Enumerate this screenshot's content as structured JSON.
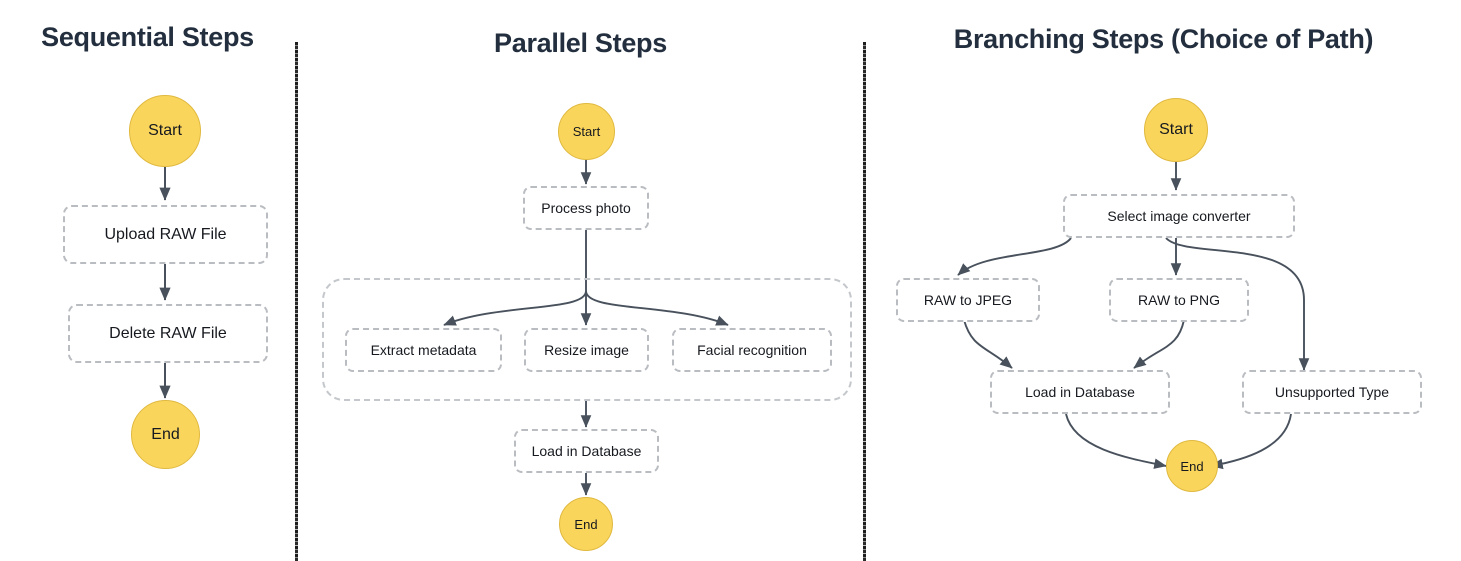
{
  "colors": {
    "terminal_fill": "#fad55c",
    "terminal_stroke": "#e0b93f",
    "node_border": "#b9bcc0",
    "title_text": "#232f3e",
    "arrow": "#48515c",
    "background": "#ffffff"
  },
  "panels": [
    {
      "id": "sequential",
      "title": "Sequential Steps",
      "nodes": [
        {
          "name": "start",
          "label": "Start",
          "type": "terminal"
        },
        {
          "name": "upload-raw-file",
          "label": "Upload RAW File",
          "type": "task"
        },
        {
          "name": "delete-raw-file",
          "label": "Delete RAW File",
          "type": "task"
        },
        {
          "name": "end",
          "label": "End",
          "type": "terminal"
        }
      ],
      "edges": [
        {
          "from": "Start",
          "to": "Upload RAW File"
        },
        {
          "from": "Upload RAW File",
          "to": "Delete RAW File"
        },
        {
          "from": "Delete RAW File",
          "to": "End"
        }
      ]
    },
    {
      "id": "parallel",
      "title": "Parallel Steps",
      "nodes": [
        {
          "name": "start",
          "label": "Start",
          "type": "terminal"
        },
        {
          "name": "process-photo",
          "label": "Process photo",
          "type": "task"
        },
        {
          "name": "extract-metadata",
          "label": "Extract metadata",
          "type": "task"
        },
        {
          "name": "resize-image",
          "label": "Resize image",
          "type": "task"
        },
        {
          "name": "facial-recognition",
          "label": "Facial recognition",
          "type": "task"
        },
        {
          "name": "load-in-database",
          "label": "Load in Database",
          "type": "task"
        },
        {
          "name": "end",
          "label": "End",
          "type": "terminal"
        }
      ],
      "edges": [
        {
          "from": "Start",
          "to": "Process photo"
        },
        {
          "from": "Process photo",
          "to": "Extract metadata"
        },
        {
          "from": "Process photo",
          "to": "Resize image"
        },
        {
          "from": "Process photo",
          "to": "Facial recognition"
        },
        {
          "from": "Parallel group",
          "to": "Load in Database"
        },
        {
          "from": "Load in Database",
          "to": "End"
        }
      ]
    },
    {
      "id": "branching",
      "title": "Branching Steps (Choice of Path)",
      "nodes": [
        {
          "name": "start",
          "label": "Start",
          "type": "terminal"
        },
        {
          "name": "select-image-converter",
          "label": "Select image converter",
          "type": "task"
        },
        {
          "name": "raw-to-jpeg",
          "label": "RAW to JPEG",
          "type": "task"
        },
        {
          "name": "raw-to-png",
          "label": "RAW to PNG",
          "type": "task"
        },
        {
          "name": "load-in-database",
          "label": "Load in Database",
          "type": "task"
        },
        {
          "name": "unsupported-type",
          "label": "Unsupported Type",
          "type": "task"
        },
        {
          "name": "end",
          "label": "End",
          "type": "terminal"
        }
      ],
      "edges": [
        {
          "from": "Start",
          "to": "Select image converter"
        },
        {
          "from": "Select image converter",
          "to": "RAW to JPEG"
        },
        {
          "from": "Select image converter",
          "to": "RAW to PNG"
        },
        {
          "from": "Select image converter",
          "to": "Unsupported Type"
        },
        {
          "from": "RAW to JPEG",
          "to": "Load in Database"
        },
        {
          "from": "RAW to PNG",
          "to": "Load in Database"
        },
        {
          "from": "Load in Database",
          "to": "End"
        },
        {
          "from": "Unsupported Type",
          "to": "End"
        }
      ]
    }
  ]
}
